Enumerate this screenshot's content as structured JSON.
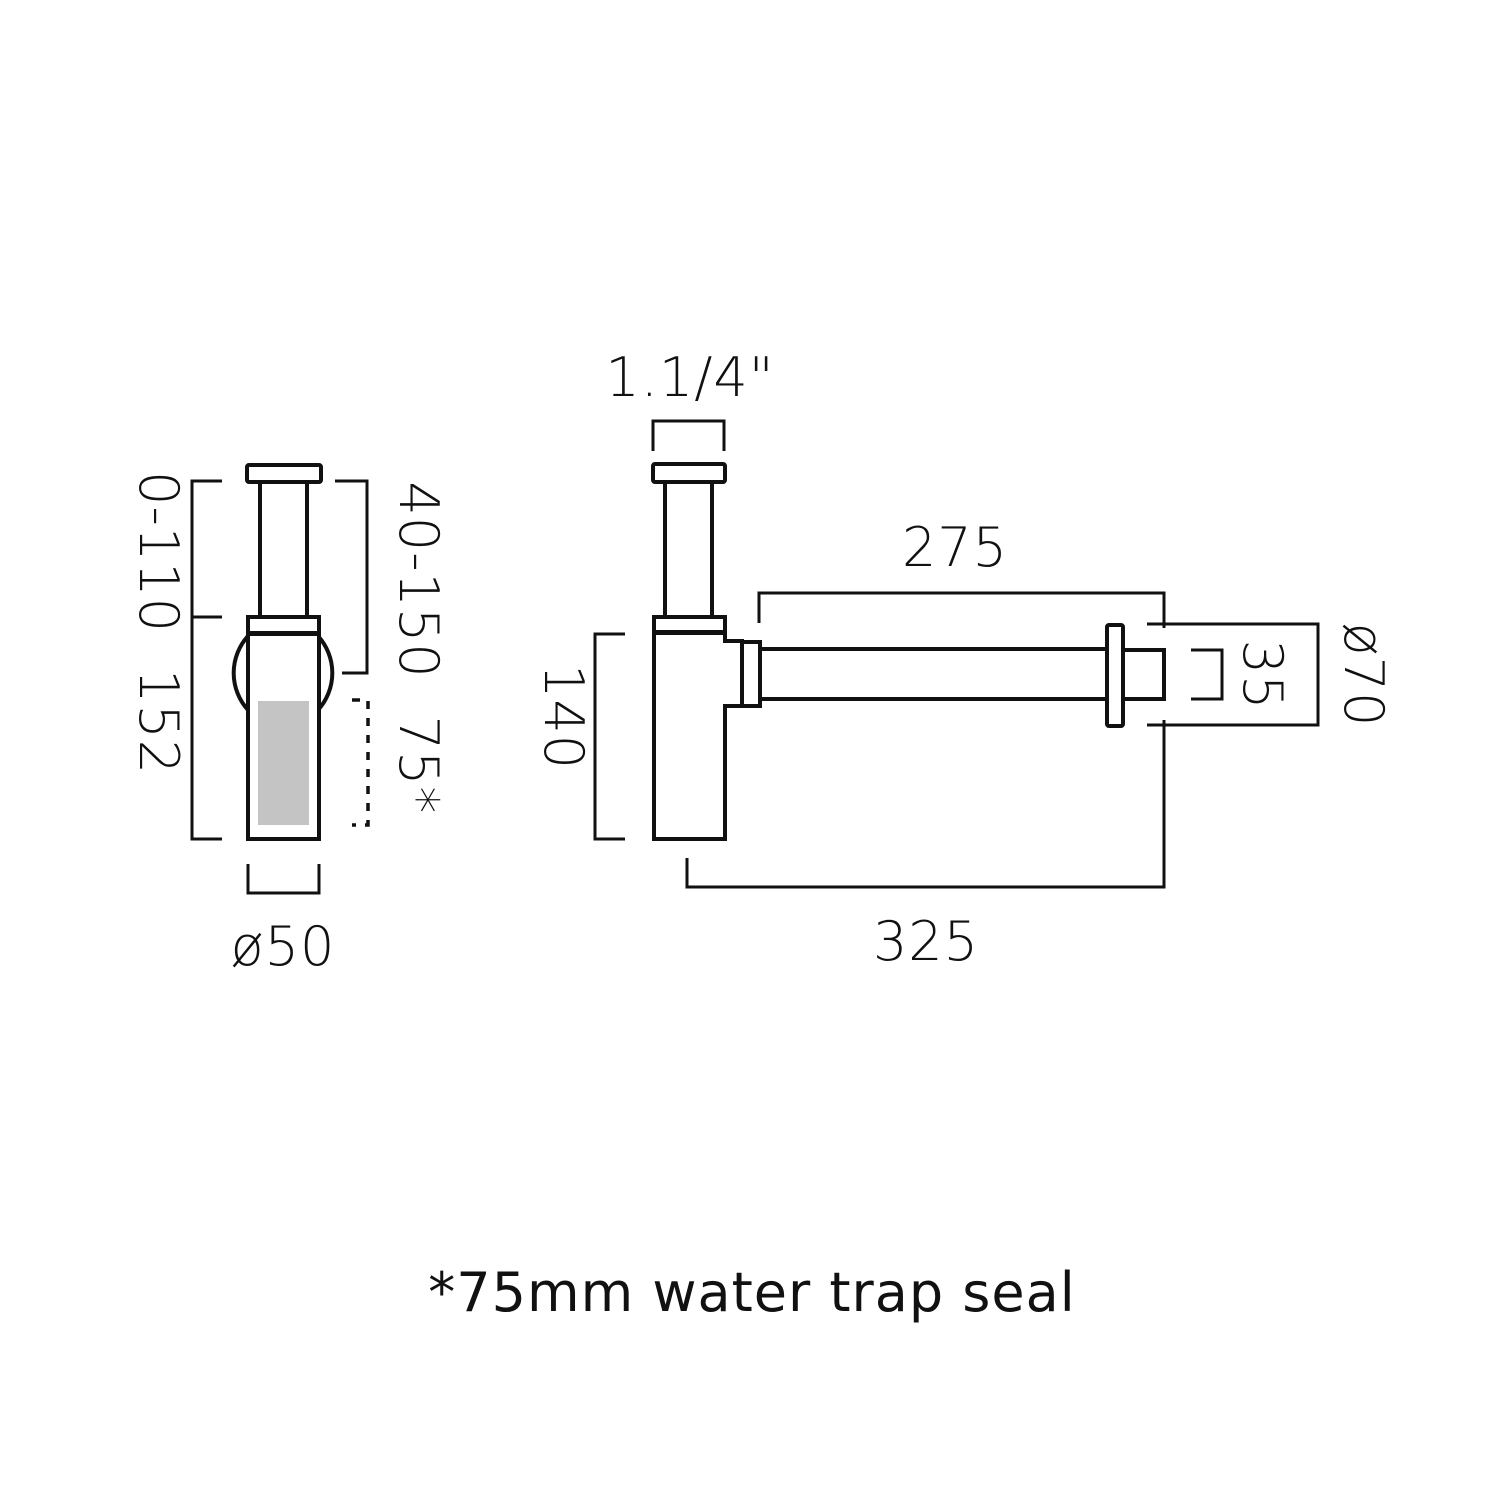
{
  "drawing": {
    "subject": "bottle trap",
    "line_color": "#111111",
    "water_fill_color": "#c4c4c4",
    "background_color": "#ffffff"
  },
  "side_view": {
    "dim_adjustable_height": "0-110",
    "dim_body_height": "152",
    "dim_tailpiece_range": "40-150",
    "dim_water_seal": "75*",
    "dim_body_diameter": "ø50"
  },
  "front_view": {
    "dim_inlet_thread": "1.1/4\"",
    "dim_pipe_length": "275",
    "dim_overall_length": "325",
    "dim_trap_height": "140",
    "dim_outlet_diameter": "35",
    "dim_flange_diameter": "ø70"
  },
  "footnote": {
    "text": "*75mm water trap seal"
  }
}
